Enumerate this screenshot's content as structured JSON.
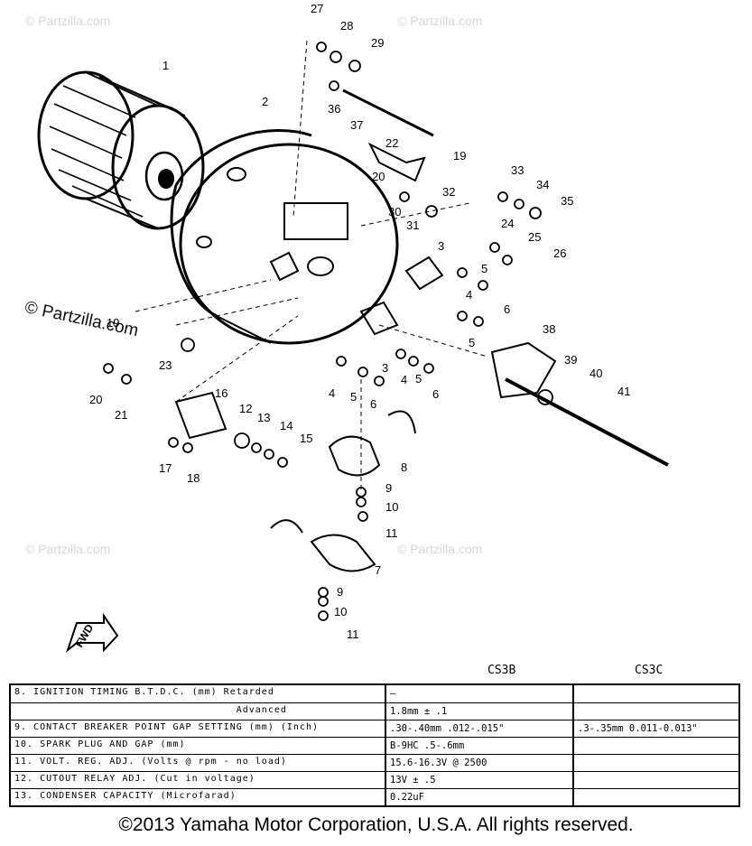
{
  "watermark": "© Partzilla.com",
  "watermark_prominent": "© Partzilla.com",
  "callouts": [
    "1",
    "2",
    "3",
    "3",
    "4",
    "4",
    "4",
    "5",
    "5",
    "5",
    "5",
    "6",
    "6",
    "6",
    "7",
    "8",
    "9",
    "9",
    "10",
    "10",
    "11",
    "11",
    "12",
    "13",
    "14",
    "15",
    "16",
    "17",
    "18",
    "19",
    "19",
    "20",
    "20",
    "21",
    "22",
    "23",
    "24",
    "25",
    "26",
    "27",
    "28",
    "29",
    "30",
    "31",
    "32",
    "33",
    "34",
    "35",
    "36",
    "37",
    "38",
    "39",
    "40",
    "41"
  ],
  "fwd_label": "FWD",
  "table": {
    "col_b": "CS3B",
    "col_c": "CS3C",
    "rows": [
      {
        "label": "8.  IGNITION TIMING B.T.D.C. (mm) Retarded",
        "b": "—",
        "c": ""
      },
      {
        "label": "                                   Advanced",
        "b": "1.8mm ± .1",
        "c": ""
      },
      {
        "label": "9.  CONTACT BREAKER POINT GAP SETTING (mm) (Inch)",
        "b": ".30-.40mm .012-.015\"",
        "c": ".3-.35mm  0.011-0.013\""
      },
      {
        "label": "10. SPARK PLUG AND GAP (mm)",
        "b": "B-9HC  .5-.6mm",
        "c": ""
      },
      {
        "label": "11. VOLT. REG. ADJ. (Volts @ rpm - no load)",
        "b": "15.6-16.3V @ 2500",
        "c": ""
      },
      {
        "label": "12. CUTOUT RELAY ADJ. (Cut in voltage)",
        "b": "13V ± .5",
        "c": ""
      },
      {
        "label": "13. CONDENSER CAPACITY (Microfarad)",
        "b": "0.22uF",
        "c": ""
      }
    ]
  },
  "copyright": "©2013  Yamaha Motor Corporation, U.S.A. All rights reserved."
}
